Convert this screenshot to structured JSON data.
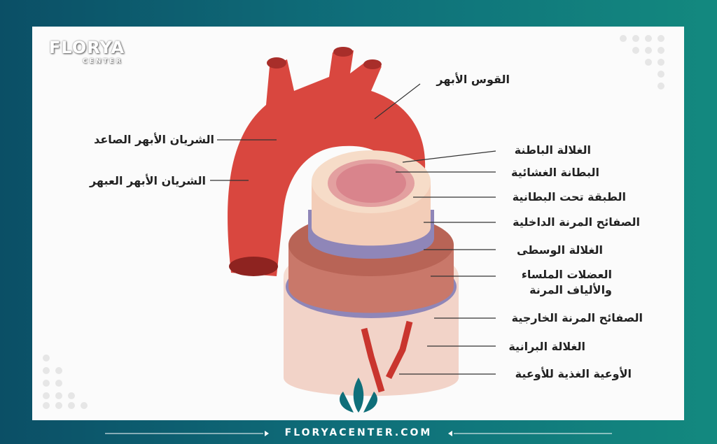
{
  "brand": {
    "logo_main": "FLORYA",
    "logo_sub": "CENTER",
    "website": "FLORYACENTER.COM"
  },
  "colors": {
    "frame": "#0f6f7a",
    "aorta": "#d9473f",
    "elastic": "#8f86b8",
    "media": "#c9786a",
    "adventitia": "#f2d3c8"
  },
  "labels": {
    "aortic_arch": "القوس الأبهر",
    "ascending_aorta": "الشريان الأبهر الصاعد",
    "descending_aorta": "الشريان الأبهر العبهر",
    "tunica_intima": "الغلالة الباطنة",
    "endothelium": "البطانة الغشائية",
    "subendothelial_layer": "الطبقة تحت البطانية",
    "internal_elastic_lamina": "الصفائح المرنة الداخلية",
    "tunica_media": "الغلالة الوسطى",
    "smooth_muscle_1": "العضلات الملساء",
    "smooth_muscle_2": "والألياف المرنة",
    "external_elastic_lamina": "الصفائح المرنة الخارجية",
    "tunica_adventitia": "الغلالة البرانية",
    "vasa_vasorum": "الأوعية الغذية للأوعية"
  }
}
